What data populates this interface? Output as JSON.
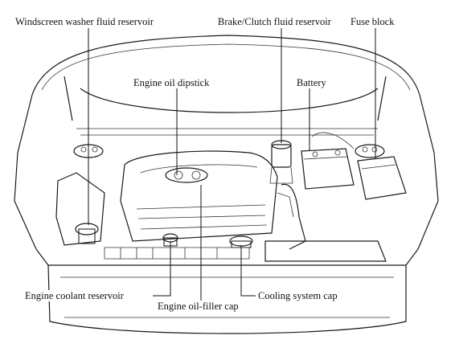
{
  "labels": {
    "washer": "Windscreen washer fluid reservoir",
    "brake": "Brake/Clutch fluid reservoir",
    "fuse": "Fuse block",
    "dipstick": "Engine oil dipstick",
    "battery": "Battery",
    "coolant": "Engine coolant reservoir",
    "filler": "Engine oil-filler cap",
    "cooling": "Cooling system cap"
  },
  "colors": {
    "line": "#1a1a1a",
    "text": "#111111",
    "background": "#ffffff"
  }
}
